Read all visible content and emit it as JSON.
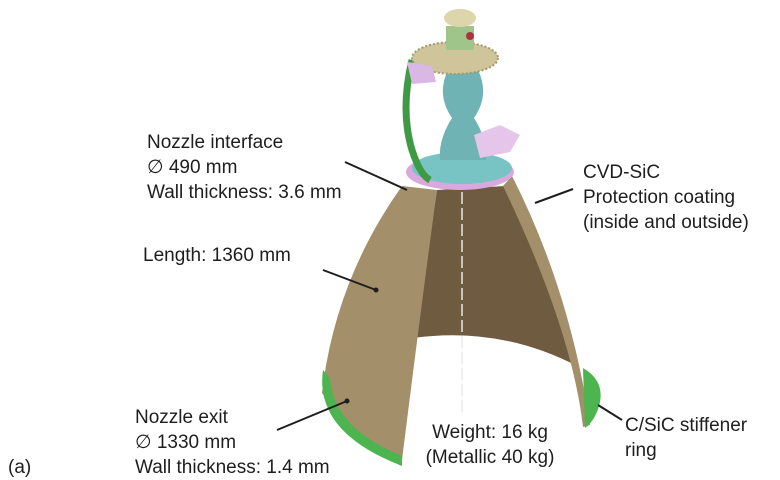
{
  "figure_label": "(a)",
  "labels": {
    "nozzle_interface": [
      "Nozzle interface",
      "∅ 490 mm",
      "Wall thickness: 3.6 mm"
    ],
    "length": "Length: 1360 mm",
    "nozzle_exit": [
      "Nozzle exit",
      "∅ 1330 mm",
      "Wall thickness: 1.4 mm"
    ],
    "weight": [
      "Weight: 16 kg",
      "(Metallic 40 kg)"
    ],
    "coating": [
      "CVD-SiC",
      "Protection coating",
      "(inside and outside)"
    ],
    "stiffener": [
      "C/SiC stiffener",
      "ring"
    ]
  },
  "colors": {
    "nozzle_outer": "#a38f69",
    "nozzle_inner": "#6f5b3f",
    "stiffener_ring": "#4cb54f",
    "chamber": "#6fb3b5",
    "flange_ring": "#d9a8dd",
    "pipe": "#3f9a45",
    "injector": "#cfc49a"
  }
}
